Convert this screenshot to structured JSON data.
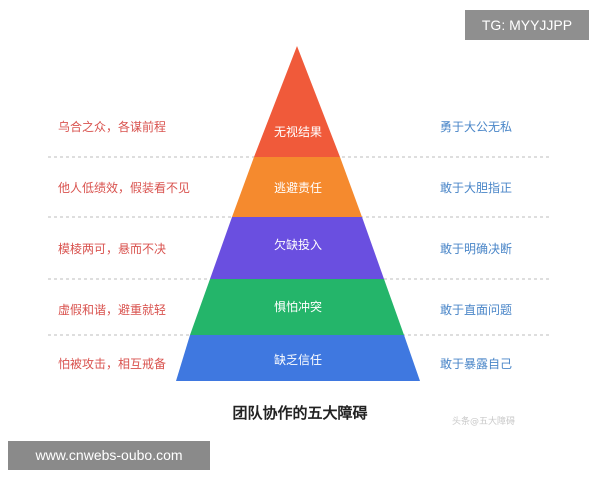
{
  "watermarks": {
    "top": "TG: MYYJJPP",
    "bottom": "www.cnwebs-oubo.com"
  },
  "title": "团队协作的五大障碍",
  "faint_watermark": "头条@五大障碍",
  "colors": {
    "tier1": "#f05a3a",
    "tier2": "#f58a2e",
    "tier3": "#6a4fe0",
    "tier4": "#24b56a",
    "tier5": "#3f78e0",
    "left_text": "#d9534f",
    "right_text": "#4a86c8"
  },
  "tiers": [
    {
      "label": "无视结果",
      "left": "乌合之众，各谋前程",
      "right": "勇于大公无私"
    },
    {
      "label": "逃避责任",
      "left": "他人低绩效，假装看不见",
      "right": "敢于大胆指正"
    },
    {
      "label": "欠缺投入",
      "left": "模棱两可，悬而不决",
      "right": "敢于明确决断"
    },
    {
      "label": "惧怕冲突",
      "left": "虚假和谐，避重就轻",
      "right": "敢于直面问题"
    },
    {
      "label": "缺乏信任",
      "left": "怕被攻击，相互戒备",
      "right": "敢于暴露自己"
    }
  ]
}
